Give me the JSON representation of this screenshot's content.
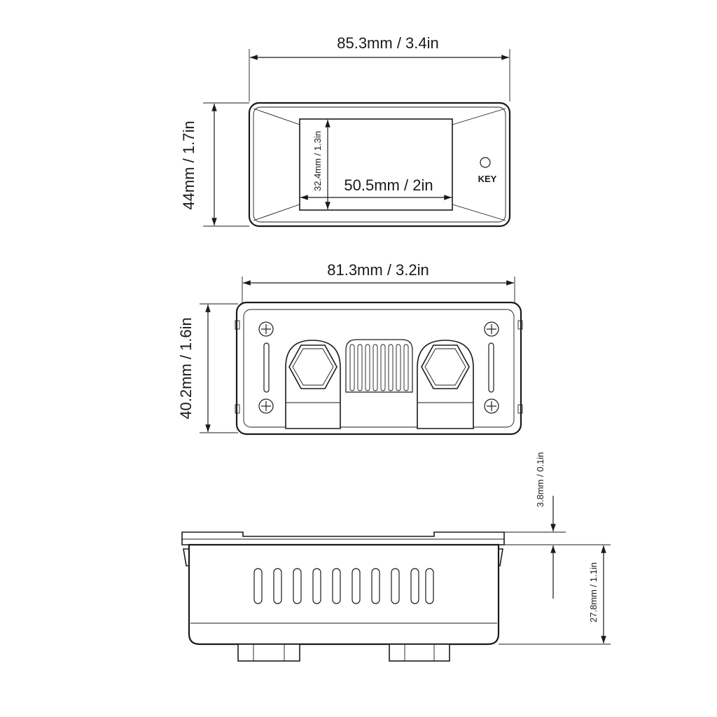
{
  "views": {
    "front": {
      "width_label": "85.3mm / 3.4in",
      "height_label": "44mm / 1.7in",
      "screen_width_label": "50.5mm / 2in",
      "screen_height_label": "32.4mm / 1.3in",
      "key_label": "KEY"
    },
    "back": {
      "width_label": "81.3mm / 3.2in",
      "height_label": "40.2mm / 1.6in"
    },
    "side": {
      "bezel_label": "3.8mm / 0.1in",
      "depth_label": "27.8mm / 1.1in"
    }
  }
}
